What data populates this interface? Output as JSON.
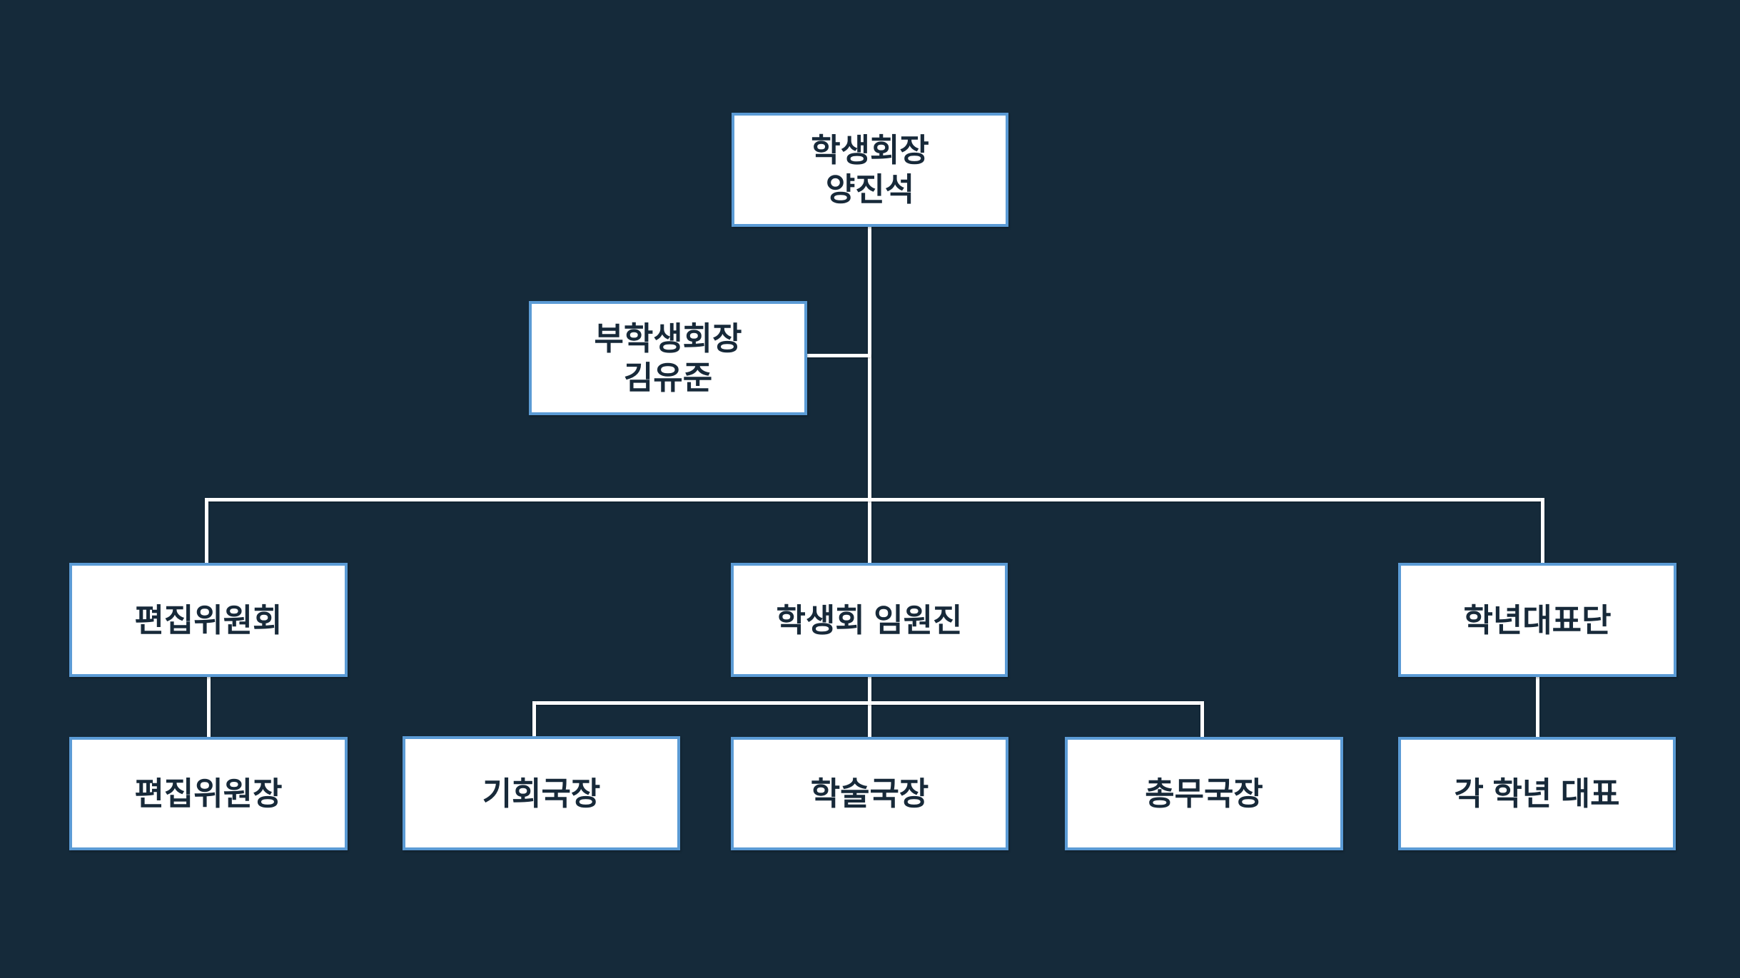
{
  "colors": {
    "background": "#152a3a",
    "box-fill": "#ffffff",
    "box-border": "#5b9bd5",
    "text-color": "#172939",
    "connector": "#ffffff"
  },
  "nodes": {
    "president": {
      "lines": [
        "학생회장",
        "양진석"
      ]
    },
    "vice_president": {
      "lines": [
        "부학생회장",
        "김유준"
      ]
    },
    "editorial_committee": {
      "lines": [
        "편집위원회"
      ]
    },
    "council_executives": {
      "lines": [
        "학생회 임원진"
      ]
    },
    "grade_delegation": {
      "lines": [
        "학년대표단"
      ]
    },
    "editorial_chair": {
      "lines": [
        "편집위원장"
      ]
    },
    "planning_director": {
      "lines": [
        "기회국장"
      ]
    },
    "academic_director": {
      "lines": [
        "학술국장"
      ]
    },
    "general_affairs_director": {
      "lines": [
        "총무국장"
      ]
    },
    "each_grade_representative": {
      "lines": [
        "각 학년 대표"
      ]
    }
  }
}
